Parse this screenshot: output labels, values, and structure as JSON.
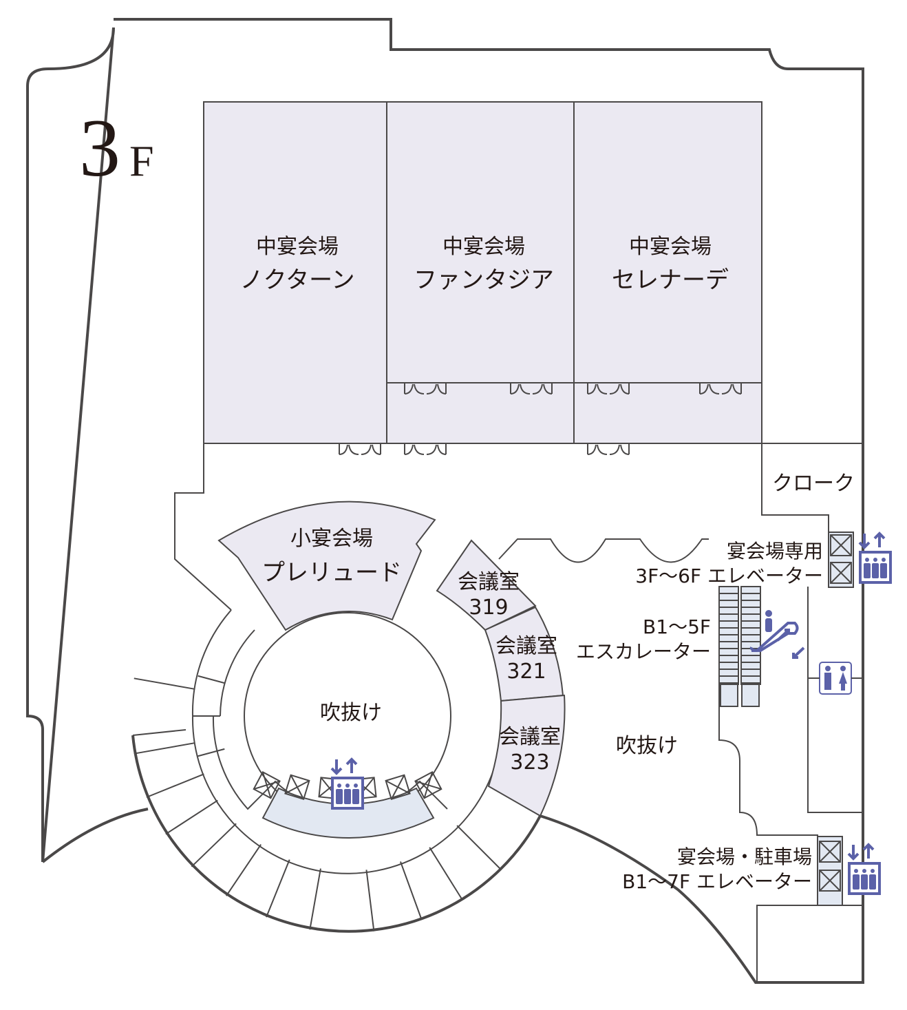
{
  "floor": {
    "number": "3",
    "unit": "F"
  },
  "rooms": {
    "nocturne": {
      "type": "中宴会場",
      "name": "ノクターン"
    },
    "fantasia": {
      "type": "中宴会場",
      "name": "ファンタジア"
    },
    "serenade": {
      "type": "中宴会場",
      "name": "セレナーデ"
    },
    "cloak": {
      "name": "クローク"
    },
    "prelude": {
      "type": "小宴会場",
      "name": "プレリュード"
    },
    "meeting319": {
      "type": "会議室",
      "number": "319"
    },
    "meeting321": {
      "type": "会議室",
      "number": "321"
    },
    "meeting323": {
      "type": "会議室",
      "number": "323"
    },
    "atrium_center": {
      "name": "吹抜け"
    },
    "atrium_right": {
      "name": "吹抜け"
    }
  },
  "facilities": {
    "banquet_elevator": {
      "line1": "宴会場専用",
      "line2": "3F～6F エレベーター"
    },
    "escalator": {
      "line1": "B1～5F",
      "line2": "エスカレーター"
    },
    "parking_elevator": {
      "line1": "宴会場・駐車場",
      "line2": "B1～7F エレベーター"
    }
  },
  "colors": {
    "room_fill": "#ebe9f2",
    "icon": "#5b61a8",
    "wall": "#4a4848",
    "elevator_fill": "#e2e8f2"
  }
}
